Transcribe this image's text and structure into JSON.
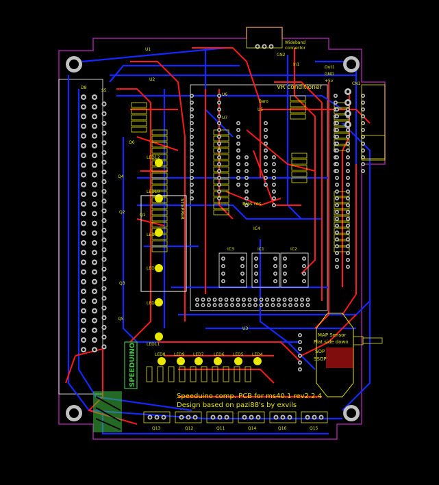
{
  "board": {
    "title_line1": "Speeduino comp. PCB for ms40.1 rev2.2.4",
    "title_line2": "Design based on pazi88's by exvils",
    "logo_text": "SPEEDUINO",
    "colors": {
      "background": "#000000",
      "outline": "#a020a0",
      "top_copper": "#ff1a1a",
      "bottom_copper": "#1428ff",
      "silkscreen": "#e8e800",
      "pad": "#c0c0c0",
      "logo": "#40c040"
    }
  },
  "labels": {
    "vr_conditioner": "VR conditioner",
    "wideband": "Wideband",
    "wideband_connector": "connector",
    "baro": "Baro",
    "map_sensor": "MAP Sensor",
    "flat_side": "Flat side down",
    "sop": "SOP",
    "ssop": "SSOP",
    "bias_res": "Bias res.",
    "stepper": "STEPPER",
    "cn1": "CN1",
    "cn2": "CN2",
    "u1": "U1",
    "u2": "U2",
    "u3": "U3",
    "u5": "U5",
    "u6": "U6",
    "u7": "U7",
    "ic1": "IC1",
    "ic2": "IC2",
    "ic3": "IC3",
    "ic4": "IC4",
    "q1": "Q1",
    "q2": "Q2",
    "q3": "Q3",
    "q4": "Q4",
    "q5": "Q5",
    "q6": "Q6",
    "q11": "Q11",
    "q12": "Q12",
    "q13": "Q13",
    "q14": "Q14",
    "q15": "Q15",
    "q16": "Q16",
    "led1": "LED1",
    "led2": "LED2",
    "led3": "LED3",
    "led4": "LED4",
    "led5": "LED5",
    "led6": "LED6",
    "led7": "LED7",
    "led8": "LED8",
    "led9": "LED9",
    "led10": "LED10",
    "led11": "LED11",
    "led12": "LED12",
    "s5": "S5",
    "d8": "D8",
    "out": "Out1",
    "gnd": "GND",
    "plus5v": "+5v",
    "in": "In1"
  }
}
